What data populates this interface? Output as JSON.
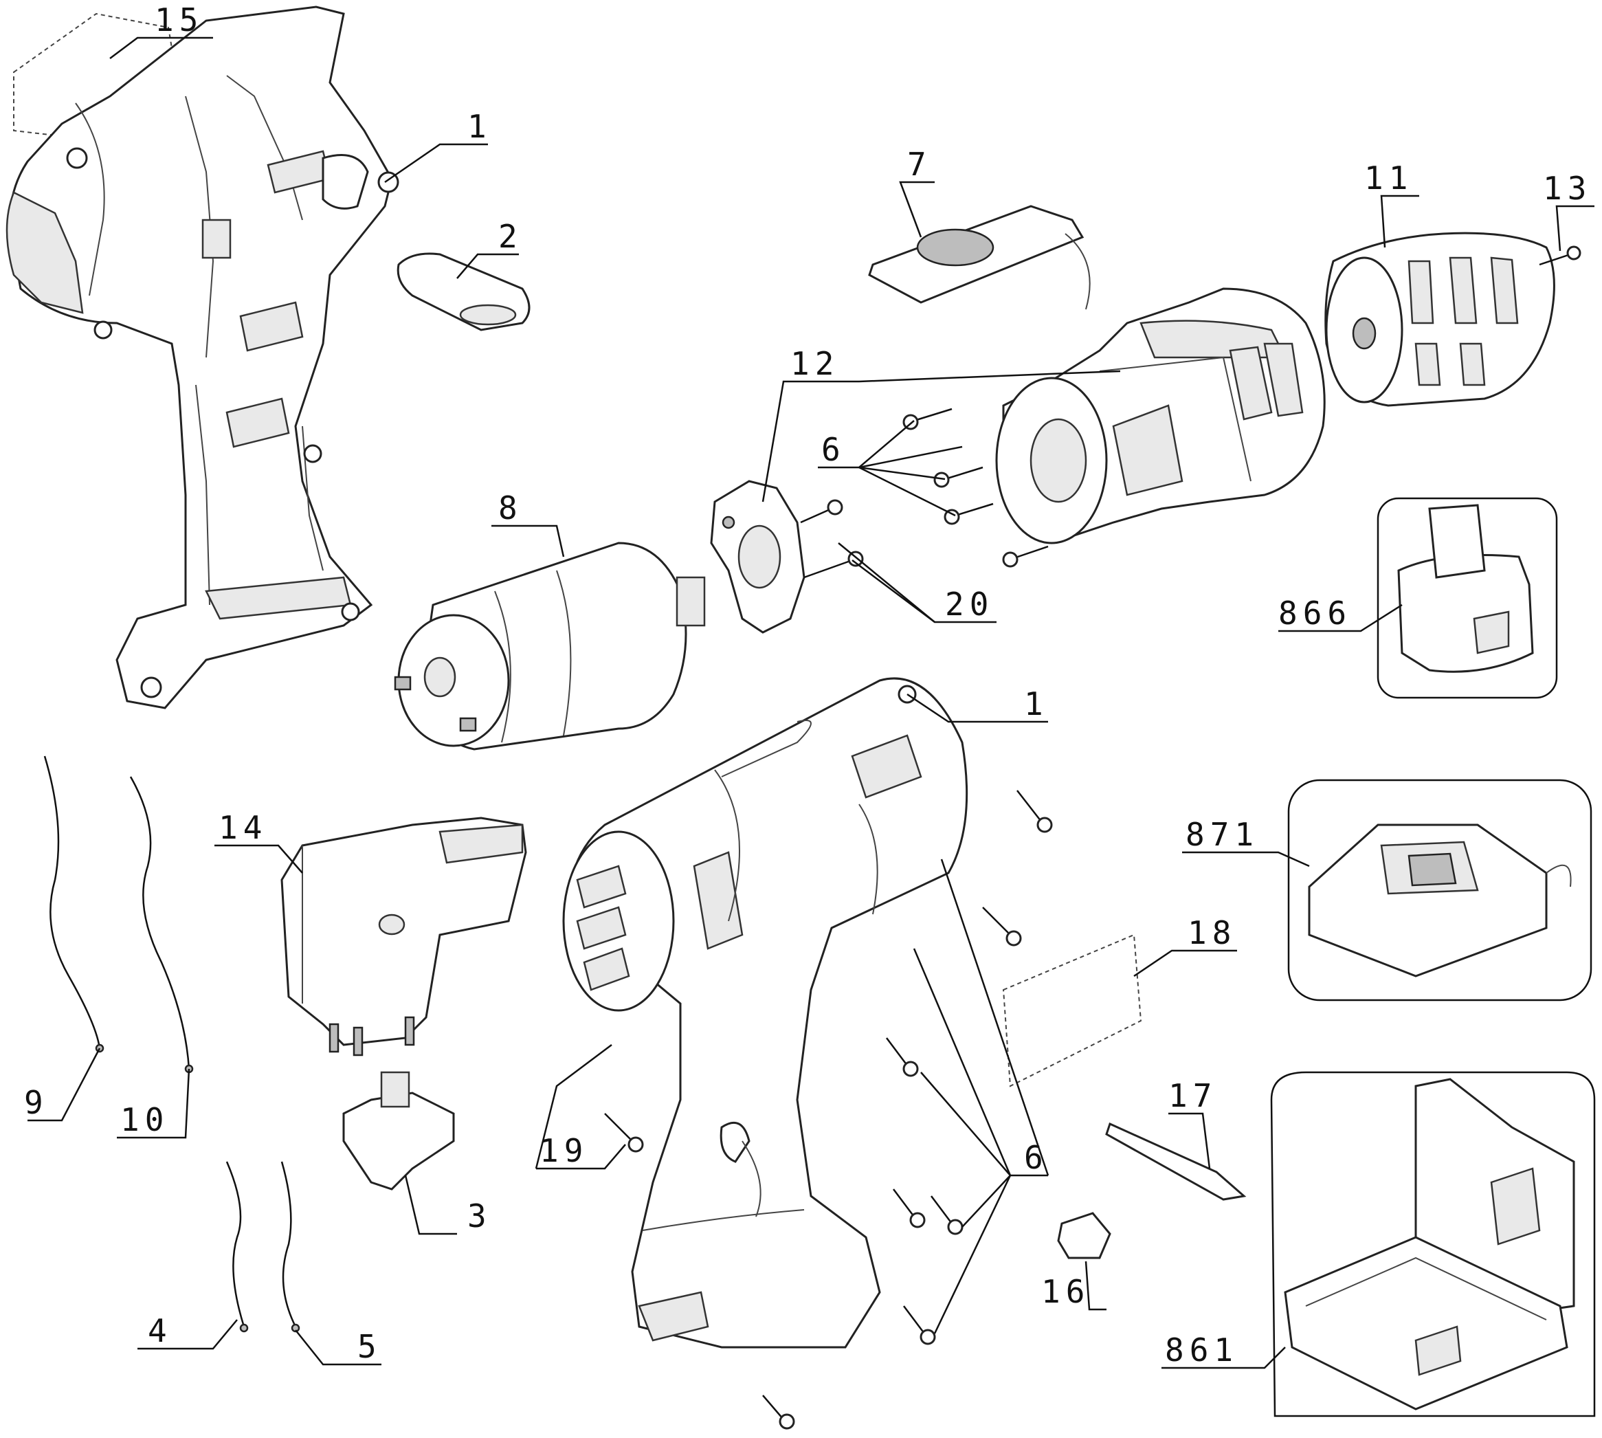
{
  "labels": {
    "l15": "15",
    "l1a": "1",
    "l2": "2",
    "l7": "7",
    "l11": "11",
    "l13": "13",
    "l12": "12",
    "l6a": "6",
    "l8": "8",
    "l20": "20",
    "l866": "866",
    "l1b": "1",
    "l871": "871",
    "l14": "14",
    "l18": "18",
    "l9": "9",
    "l10": "10",
    "l19": "19",
    "l17": "17",
    "l6b": "6",
    "l3": "3",
    "l16": "16",
    "l861": "861",
    "l4": "4",
    "l5": "5"
  }
}
